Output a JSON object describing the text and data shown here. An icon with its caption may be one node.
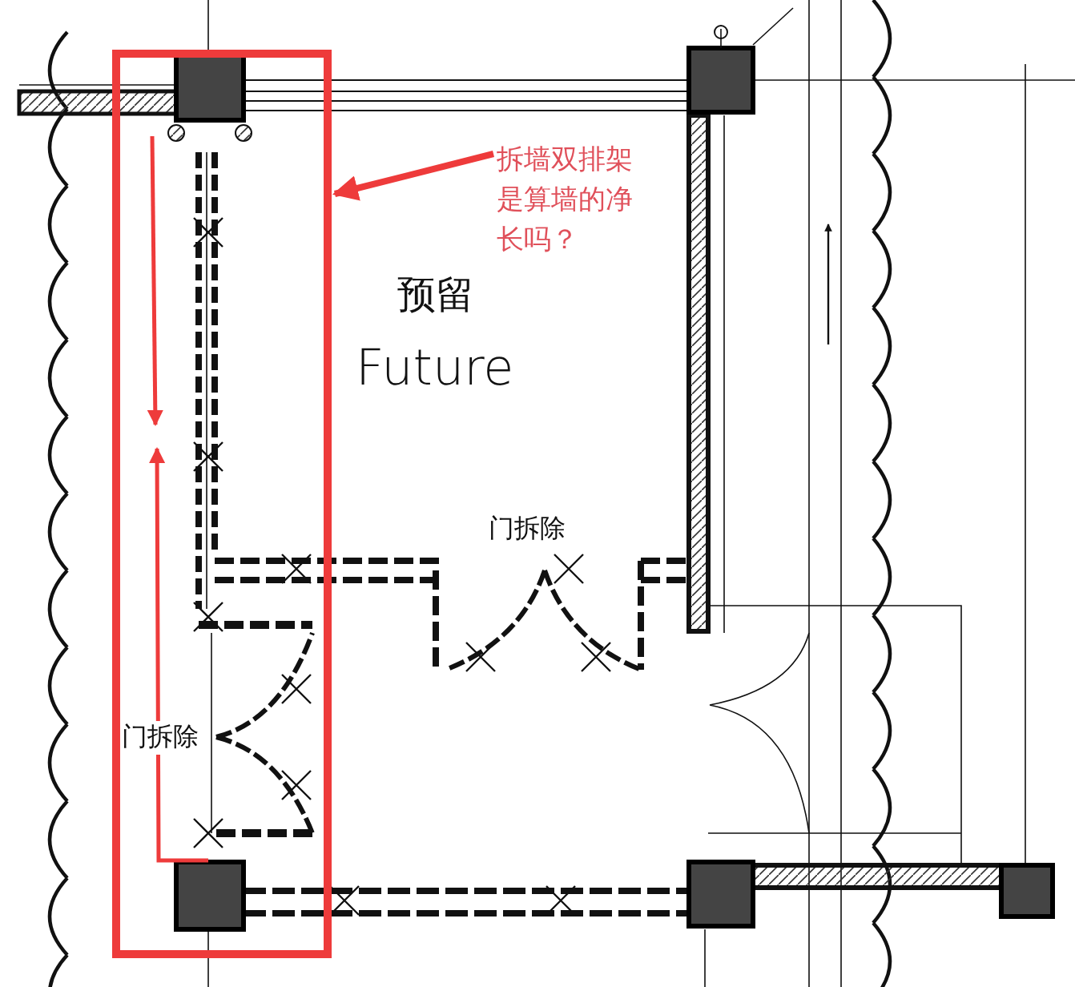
{
  "diagram": {
    "nodes": [
      {
        "text": [],
        "shape": "box"
      },
      {
        "text": [
          "拆墙双排架是算墙的净长吗？"
        ]
      }
    ],
    "edges": [
      {
        "from": 1,
        "to": 0,
        "arrow": "to",
        "color": "#ee3b3b"
      }
    ],
    "labels": [
      "预留",
      "Future",
      "门拆除",
      "门拆除"
    ]
  }
}
